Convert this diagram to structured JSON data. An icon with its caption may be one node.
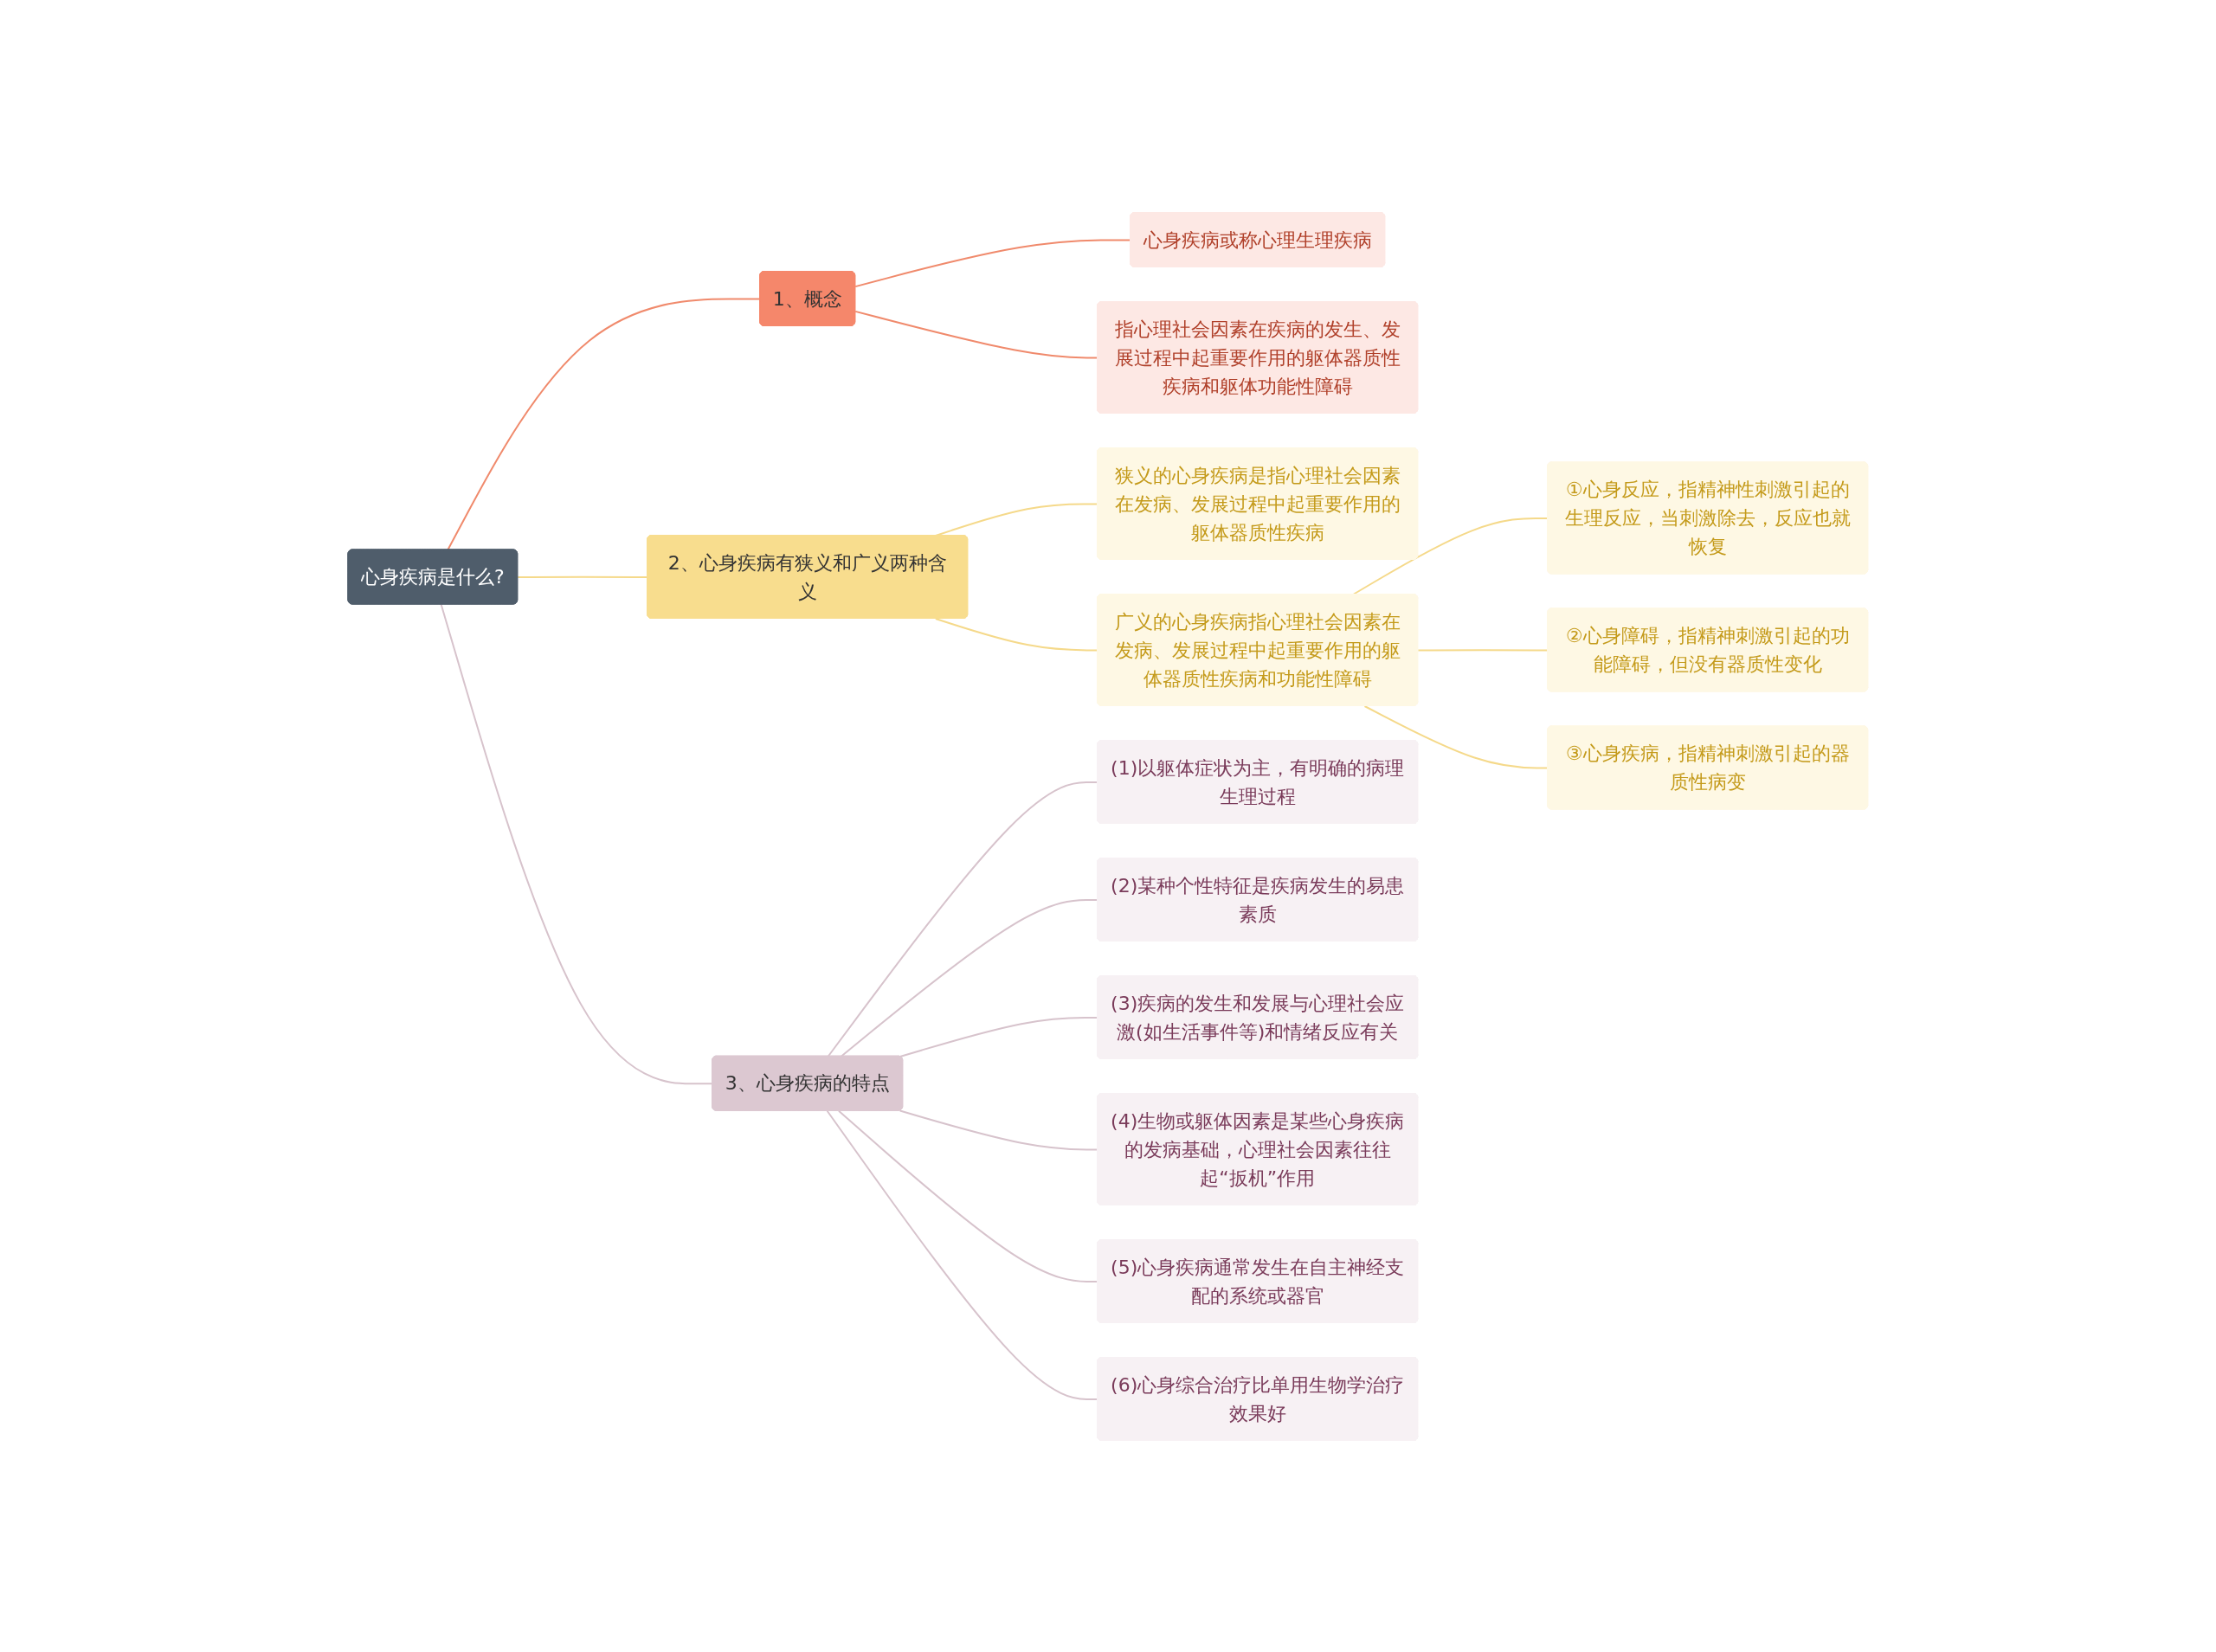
{
  "diagram": {
    "nodes": [
      {
        "text": [
          "心身疾病是什么?"
        ]
      },
      {
        "text": [
          "1、概念"
        ]
      },
      {
        "text": [
          "心身疾病或称心理生理疾病"
        ]
      },
      {
        "text": [
          "指心理社会因素在疾病的发生、发展过程中起重要作用的躯体器质性疾病和躯体功能性障碍"
        ]
      },
      {
        "text": [
          "2、心身疾病有狭义和广义两种含义"
        ]
      },
      {
        "text": [
          "狭义的心身疾病是指心理社会因素在发病、发展过程中起重要作用的躯体器质性疾病"
        ]
      },
      {
        "text": [
          "广义的心身疾病指心理社会因素在发病、发展过程中起重要作用的躯体器质性疾病和功能性障碍"
        ]
      },
      {
        "text": [
          "①心身反应，指精神性刺激引起的生理反应，当刺激除去，反应也就恢复"
        ]
      },
      {
        "text": [
          "②心身障碍，指精神刺激引起的功能障碍，但没有器质性变化"
        ]
      },
      {
        "text": [
          "③心身疾病，指精神刺激引起的器质性病变"
        ]
      },
      {
        "text": [
          "3、心身疾病的特点"
        ]
      },
      {
        "text": [
          "(1)以躯体症状为主，有明确的病理生理过程"
        ]
      },
      {
        "text": [
          "(2)某种个性特征是疾病发生的易患素质"
        ]
      },
      {
        "text": [
          "(3)疾病的发生和发展与心理社会应激(如生活事件等)和情绪反应有关"
        ]
      },
      {
        "text": [
          "(4)生物或躯体因素是某些心身疾病的发病基础，心理社会因素往往起“扳机”作用"
        ]
      },
      {
        "text": [
          "(5)心身疾病通常发生在自主神经支配的系统或器官"
        ]
      },
      {
        "text": [
          "(6)心身综合治疗比单用生物学治疗效果好"
        ]
      }
    ],
    "edges": [
      {
        "from": 0,
        "to": 1,
        "arrow": "none",
        "color": "#f08a6c"
      },
      {
        "from": 1,
        "to": 2,
        "arrow": "none",
        "color": "#f08a6c"
      },
      {
        "from": 1,
        "to": 3,
        "arrow": "none",
        "color": "#f08a6c"
      },
      {
        "from": 0,
        "to": 4,
        "arrow": "none",
        "color": "#f5d98a"
      },
      {
        "from": 4,
        "to": 5,
        "arrow": "none",
        "color": "#f5d98a"
      },
      {
        "from": 4,
        "to": 6,
        "arrow": "none",
        "color": "#f5d98a"
      },
      {
        "from": 6,
        "to": 7,
        "arrow": "none",
        "color": "#f5d98a"
      },
      {
        "from": 6,
        "to": 8,
        "arrow": "none",
        "color": "#f5d98a"
      },
      {
        "from": 6,
        "to": 9,
        "arrow": "none",
        "color": "#f5d98a"
      },
      {
        "from": 0,
        "to": 10,
        "arrow": "none"
      },
      {
        "from": 10,
        "to": 11,
        "arrow": "none"
      },
      {
        "from": 10,
        "to": 12,
        "arrow": "none"
      },
      {
        "from": 10,
        "to": 13,
        "arrow": "none"
      },
      {
        "from": 10,
        "to": 14,
        "arrow": "none"
      },
      {
        "from": 10,
        "to": 15,
        "arrow": "none"
      },
      {
        "from": 10,
        "to": 16,
        "arrow": "none"
      }
    ]
  }
}
